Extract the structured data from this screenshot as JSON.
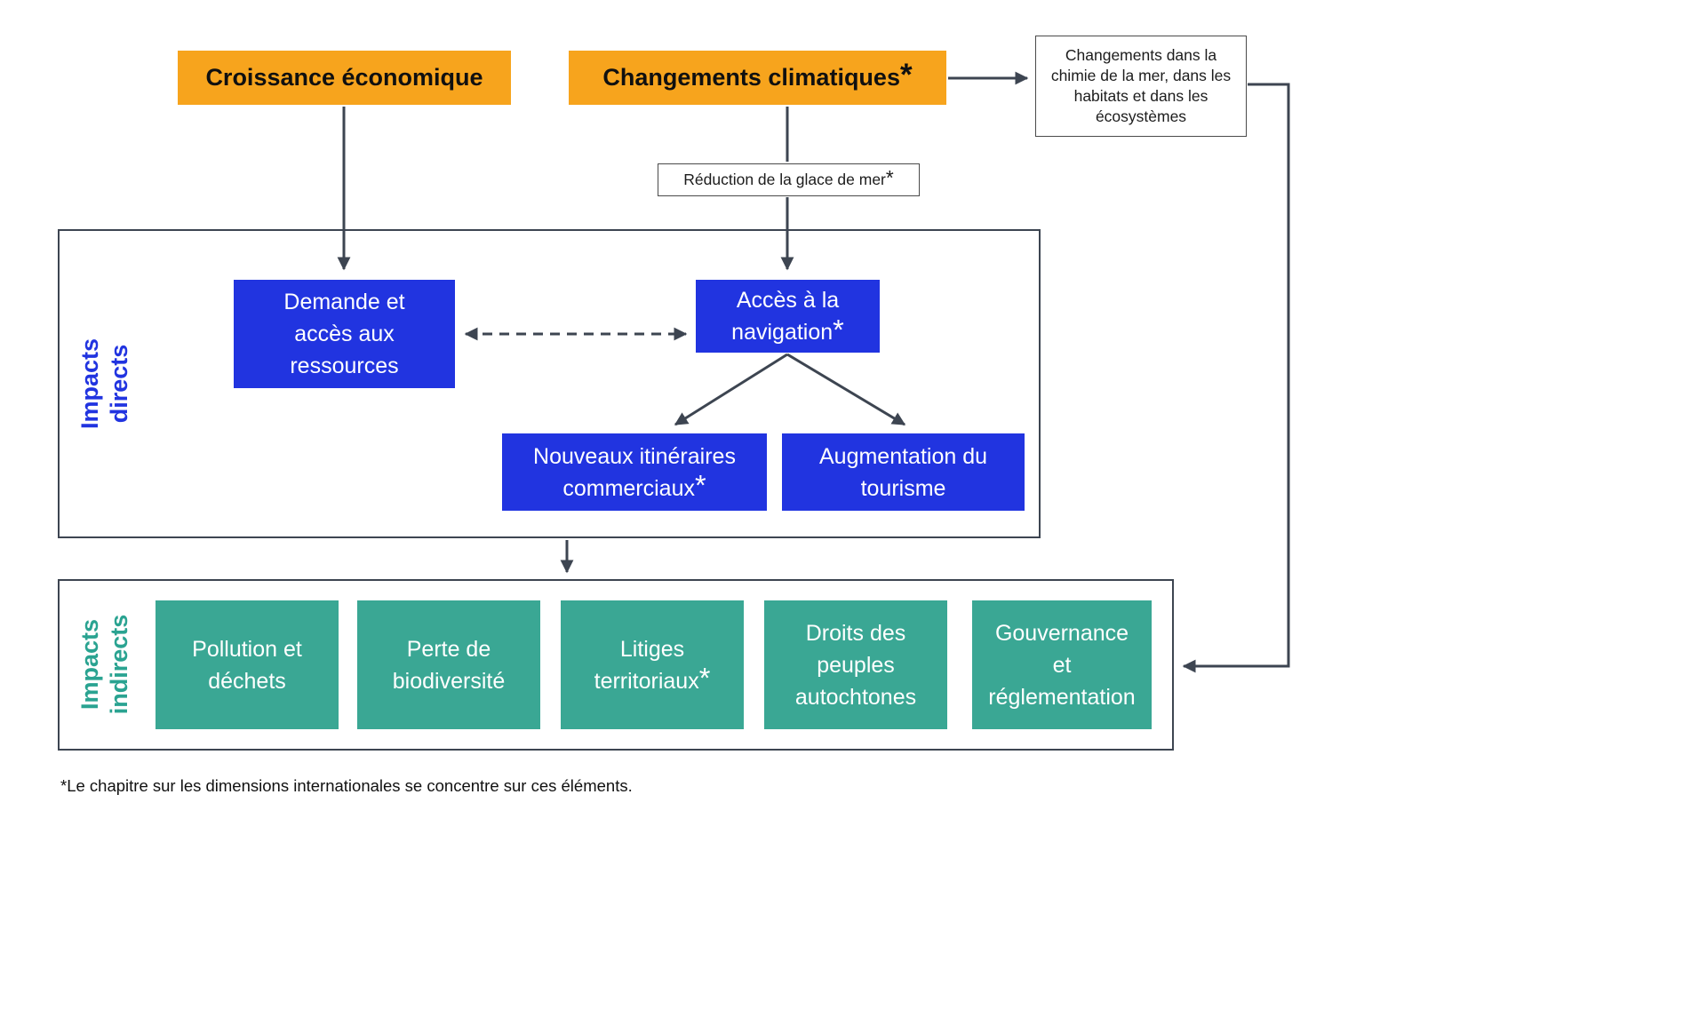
{
  "nodes": {
    "economic_growth": {
      "label": "Croissance économique"
    },
    "climate_change": {
      "label": "Changements climatiques",
      "asterisk": "*"
    },
    "sea_chemistry": {
      "label": "Changements dans la chimie de la mer, dans les habitats et dans les écosystèmes"
    },
    "sea_ice_reduction": {
      "label": "Réduction de la glace de mer",
      "asterisk": "*"
    },
    "resource_demand": {
      "label": "Demande et accès aux ressources"
    },
    "navigation_access": {
      "label": "Accès à la navigation",
      "asterisk": "*"
    },
    "trade_routes": {
      "label": "Nouveaux itinéraires commerciaux",
      "asterisk": "*"
    },
    "tourism": {
      "label": "Augmentation du tourisme"
    },
    "pollution": {
      "label": "Pollution et déchets"
    },
    "biodiversity": {
      "label": "Perte de biodiversité"
    },
    "territorial_disputes": {
      "label": "Litiges territoriaux",
      "asterisk": "*"
    },
    "indigenous_rights": {
      "label": "Droits des peuples autochtones"
    },
    "governance": {
      "label": "Gouvernance et réglementation"
    }
  },
  "groups": {
    "direct": {
      "line1": "Impacts",
      "line2": "directs"
    },
    "indirect": {
      "line1": "Impacts",
      "line2": "indirects"
    }
  },
  "footnote": "*Le chapitre sur les dimensions internationales se concentre sur ces éléments.",
  "colors": {
    "orange": "#F7A41D",
    "blue": "#2134E0",
    "teal": "#3AA794",
    "direct_label": "#2134E0",
    "indirect_label": "#2AA391",
    "arrow": "#3D4551"
  }
}
